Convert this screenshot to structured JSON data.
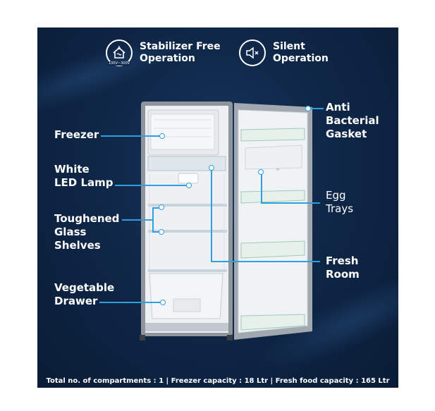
{
  "features": [
    {
      "icon": "stabilizer-icon",
      "badge": "100V~300V",
      "line1": "Stabilizer Free",
      "line2": "Operation"
    },
    {
      "icon": "speaker-mute-icon",
      "line1": "Silent",
      "line2": "Operation"
    }
  ],
  "callouts": {
    "freezer": "Freezer",
    "led_lamp_1": "White",
    "led_lamp_2": "LED Lamp",
    "shelves_1": "Toughened",
    "shelves_2": "Glass",
    "shelves_3": "Shelves",
    "drawer_1": "Vegetable",
    "drawer_2": "Drawer",
    "gasket_1": "Anti",
    "gasket_2": "Bacterial",
    "gasket_3": "Gasket",
    "egg_1": "Egg",
    "egg_2": "Trays",
    "fresh_1": "Fresh",
    "fresh_2": "Room"
  },
  "footer": "Total no. of compartments : 1 | Freezer capacity : 18 Ltr | Fresh food capacity : 165 Ltr",
  "colors": {
    "panel": "#0f2748",
    "accent": "#2f9fe0",
    "text": "#ffffff"
  }
}
